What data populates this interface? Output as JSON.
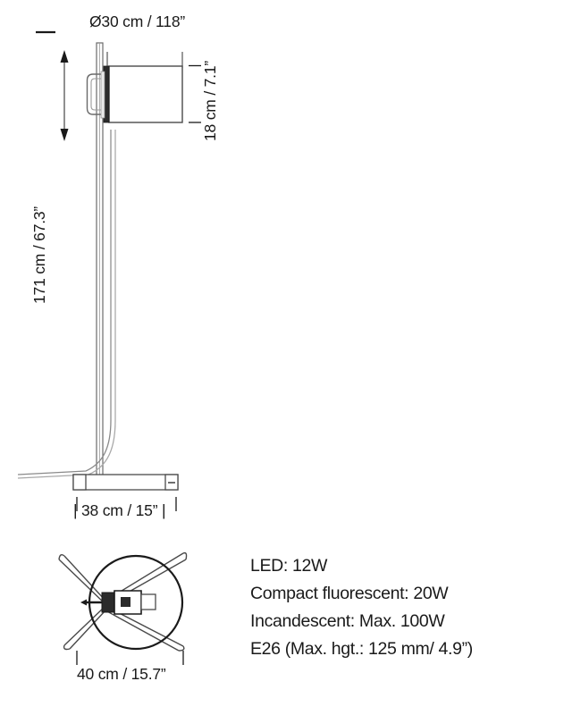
{
  "drawing": {
    "title": "Floor lamp technical dimension drawing",
    "views": {
      "elevation": {
        "name": "side-elevation-view",
        "parts": [
          "lamp-head-shade",
          "head-dark-bar",
          "head-handle",
          "vertical-stem",
          "power-cable",
          "floor-base-bar",
          "base-end-cap-left",
          "base-end-cap-right"
        ]
      },
      "plan": {
        "name": "top-plan-view",
        "parts": [
          "shade-circle",
          "leg-spoke-upper-left",
          "leg-spoke-upper-right",
          "leg-spoke-lower-left",
          "leg-spoke-lower-right",
          "center-hub",
          "hub-socket"
        ]
      }
    }
  },
  "dimensions": {
    "diameter_top": "Ø30 cm / 118”",
    "head_height": "18 cm / 7.1”",
    "total_height": "171 cm / 67.3”",
    "base_width": "| 38 cm / 15” |",
    "shade_diameter": "40 cm / 15.7”"
  },
  "specifications": {
    "lines": [
      "LED: 12W",
      "Compact fluorescent: 20W",
      "Incandescent: Max. 100W",
      "E26 (Max. hgt.: 125 mm/ 4.9”)"
    ]
  },
  "colors": {
    "line": "#4a4a4a",
    "line_dark": "#1a1a1a",
    "fill_light": "#ffffff",
    "fill_dark": "#2b2b2b",
    "text": "#1a1a1a",
    "background": "#ffffff"
  }
}
